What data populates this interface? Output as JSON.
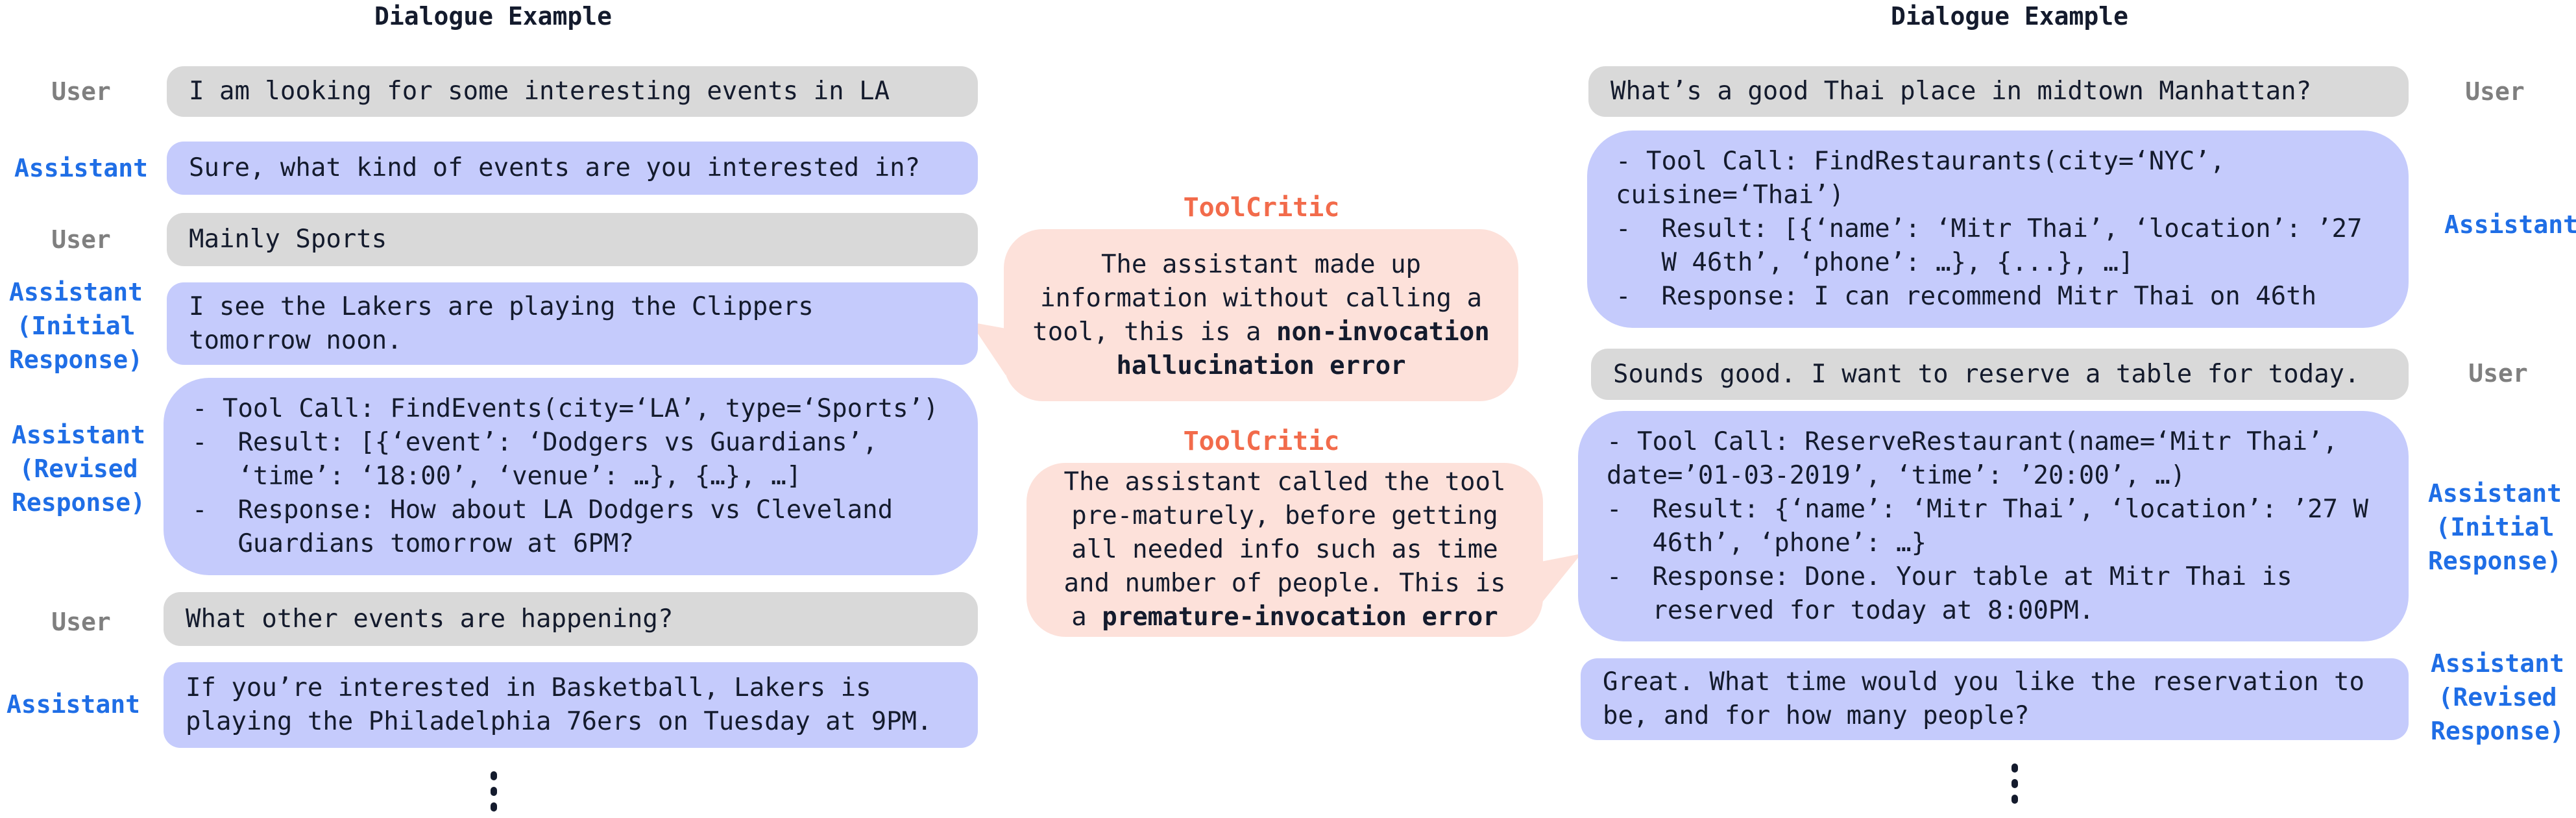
{
  "colors": {
    "user_bubble": "#d9d9d9",
    "assistant_bubble": "#c5cbfc",
    "critic_bubble": "#fde1da",
    "critic_label": "#f26b4b",
    "assistant_label": "#1f6ee6",
    "user_label": "#7f7f7f"
  },
  "left": {
    "title": "Dialogue Example",
    "turns": [
      {
        "label": [
          "User"
        ],
        "lines": [
          "I am looking for some interesting events in LA"
        ]
      },
      {
        "label": [
          "Assistant"
        ],
        "lines": [
          "Sure, what kind of events are you interested in?"
        ]
      },
      {
        "label": [
          "User"
        ],
        "lines": [
          "Mainly Sports"
        ]
      },
      {
        "label": [
          "Assistant",
          "(Initial",
          "Response)"
        ],
        "lines": [
          "I see the Lakers are playing the Clippers",
          "tomorrow noon."
        ]
      },
      {
        "label": [
          "Assistant",
          "(Revised",
          "Response)"
        ],
        "lines": [
          "- Tool Call: FindEvents(city=‘LA’, type=‘Sports’)",
          "-  Result: [{‘event’: ‘Dodgers vs Guardians’,",
          "   ‘time’: ‘18:00’, ‘venue’: …}, {…}, …]",
          "-  Response: How about LA Dodgers vs Cleveland",
          "   Guardians tomorrow at 6PM?"
        ]
      },
      {
        "label": [
          "User"
        ],
        "lines": [
          "What other events are happening?"
        ]
      },
      {
        "label": [
          "Assistant"
        ],
        "lines": [
          "If you’re interested in Basketball, Lakers is",
          "playing the Philadelphia 76ers on Tuesday at 9PM."
        ]
      }
    ]
  },
  "critics": [
    {
      "label": "ToolCritic",
      "lines": [
        [
          "The assistant made up",
          ""
        ],
        [
          "information without calling a",
          ""
        ],
        [
          "tool, this is a ",
          "non-invocation"
        ],
        [
          "",
          "hallucination error"
        ]
      ]
    },
    {
      "label": "ToolCritic",
      "lines": [
        [
          "The assistant called the tool",
          ""
        ],
        [
          "pre-maturely, before getting",
          ""
        ],
        [
          "all needed info such as time",
          ""
        ],
        [
          "and number of people. This is",
          ""
        ],
        [
          "a ",
          "premature-invocation error"
        ]
      ]
    }
  ],
  "right": {
    "title": "Dialogue Example",
    "turns": [
      {
        "label": [
          "User"
        ],
        "lines": [
          "What’s a good Thai place in midtown Manhattan?"
        ]
      },
      {
        "label": [
          "Assistant"
        ],
        "lines": [
          "- Tool Call: FindRestaurants(city=‘NYC’,",
          "cuisine=‘Thai’)",
          "-  Result: [{‘name’: ‘Mitr Thai’, ‘location’: ’27",
          "   W 46th’, ‘phone’: …}, {...}, …]",
          "-  Response: I can recommend Mitr Thai on 46th"
        ]
      },
      {
        "label": [
          "User"
        ],
        "lines": [
          "Sounds good. I want to reserve a table for today."
        ]
      },
      {
        "label": [
          "Assistant",
          "(Initial",
          "Response)"
        ],
        "lines": [
          "- Tool Call: ReserveRestaurant(name=‘Mitr Thai’,",
          "date=’01-03-2019’, ‘time’: ’20:00’, …)",
          "-  Result: {‘name’: ‘Mitr Thai’, ‘location’: ’27 W",
          "   46th’, ‘phone’: …}",
          "-  Response: Done. Your table at Mitr Thai is",
          "   reserved for today at 8:00PM."
        ]
      },
      {
        "label": [
          "Assistant",
          "(Revised",
          "Response)"
        ],
        "lines": [
          "Great. What time would you like the reservation to",
          "be, and for how many people?"
        ]
      }
    ]
  }
}
